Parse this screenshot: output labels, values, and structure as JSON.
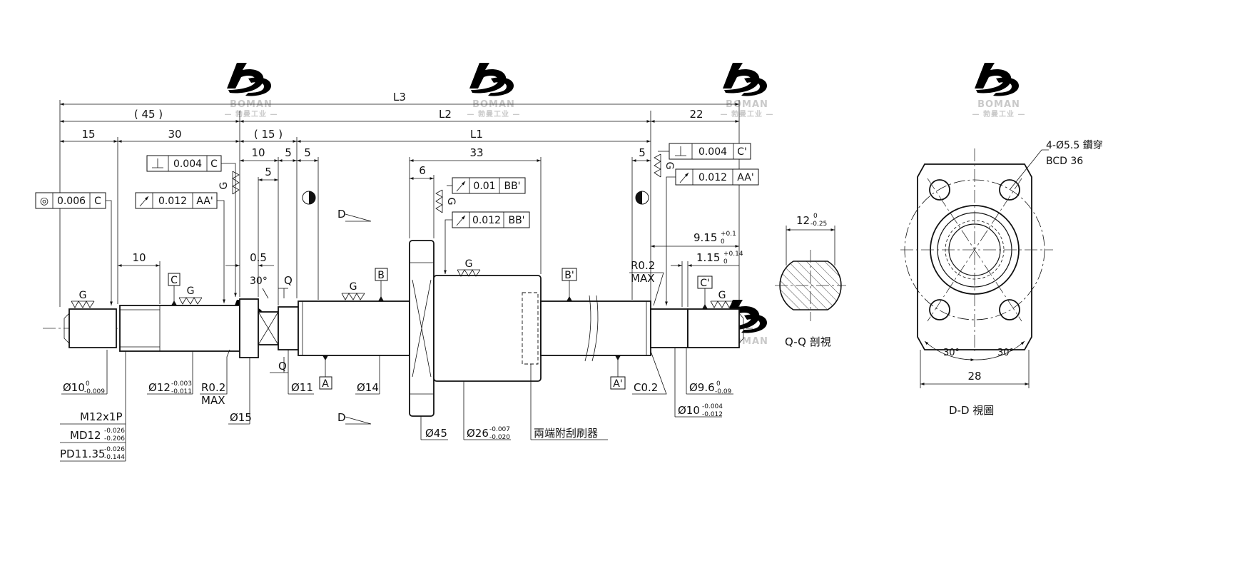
{
  "drawing": {
    "dims_overall": {
      "l3": "L3",
      "l2": "L2",
      "l1": "L1",
      "d45": "( 45 )",
      "d22": "22"
    },
    "dims_left": {
      "d15": "15",
      "d30": "30",
      "d15p": "( 15 )",
      "d10a": "10",
      "d5a": "5",
      "d5b": "5",
      "d5c": "5",
      "d10b": "10",
      "d05": "0.5"
    },
    "dims_right": {
      "d33": "33",
      "d6": "6",
      "d5": "5",
      "d915": "9.15",
      "d915_tol_up": "+0.1",
      "d915_tol_lo": "0",
      "d115": "1.15",
      "d115_tol_up": "+0.14",
      "d115_tol_lo": "0"
    },
    "gdt": {
      "conc": {
        "symbol": "◎",
        "value": "0.006",
        "datum": "C"
      },
      "runout_left": {
        "value": "0.012",
        "datum": "AA'"
      },
      "perp_left": {
        "value": "0.004",
        "datum": "C"
      },
      "runout_nut1": {
        "value": "0.01",
        "datum": "BB'"
      },
      "runout_nut2": {
        "value": "0.012",
        "datum": "BB'"
      },
      "perp_right": {
        "value": "0.004",
        "datum": "C'"
      },
      "runout_right": {
        "value": "0.012",
        "datum": "AA'"
      }
    },
    "datums": {
      "a": "A",
      "a2": "A'",
      "b": "B",
      "b2": "B'",
      "c": "C",
      "c2": "C'"
    },
    "marks": {
      "g": "G",
      "q": "Q",
      "d": "D",
      "angle30": "30°"
    },
    "bottom_labels": {
      "d10": "Ø10",
      "d10_up": "0",
      "d10_lo": "-0.009",
      "d12": "Ø12",
      "d12_up": "-0.003",
      "d12_lo": "-0.011",
      "r02": "R0.2",
      "max": "MAX",
      "d11": "Ø11",
      "d14": "Ø14",
      "d15": "Ø15",
      "m12": "M12x1P",
      "md12": "MD12",
      "md12_up": "-0.026",
      "md12_lo": "-0.206",
      "pd": "PD11.35",
      "pd_up": "-0.026",
      "pd_lo": "-0.144",
      "d45": "Ø45",
      "d26": "Ø26",
      "d26_up": "-0.007",
      "d26_lo": "-0.020",
      "wiper": "兩端附刮刷器",
      "c02": "C0.2",
      "d96": "Ø9.6",
      "d96_up": "0",
      "d96_lo": "-0.09",
      "d10r": "Ø10",
      "d10r_up": "-0.004",
      "d10r_lo": "-0.012",
      "r02r": "R0.2",
      "maxr": "MAX"
    },
    "qq": {
      "w": "12",
      "w_up": "0",
      "w_lo": "-0.25",
      "caption": "Q-Q 剖視"
    },
    "dd": {
      "holes": "4-Ø5.5 鑽穿",
      "bcd": "BCD 36",
      "a1": "30°",
      "a2": "30°",
      "w": "28",
      "caption": "D-D 視圖"
    },
    "watermark": {
      "brand": "BOMAN",
      "sub": "— 勃曼工业 —"
    }
  }
}
